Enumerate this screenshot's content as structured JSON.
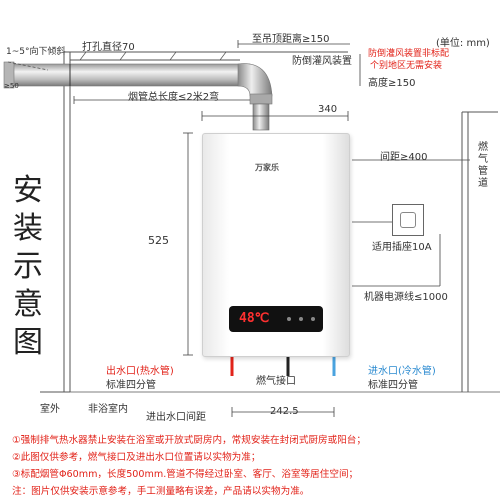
{
  "title_vertical": "安装示意图",
  "unit": "(单位: mm)",
  "labels": {
    "tilt": "1~5°向下倾斜",
    "hole_diameter": "打孔直径70",
    "to_ceiling": "至吊顶距离≥150",
    "anti_wind": "防倒灌风装置",
    "anti_wind_note_1": "防倒灌风装置非标配",
    "anti_wind_note_2": "个别地区无需安装",
    "height": "高度≥150",
    "flue_length": "烟管总长度≤2米2弯",
    "width_340": "340",
    "spacing": "间距≥400",
    "gas_pipe_right": "燃气管道",
    "height_525": "525",
    "socket": "适用插座10A",
    "power_cord": "机器电源线≤1000",
    "brand": "万家乐",
    "display_value": "48℃",
    "outlet": "出水口",
    "outlet_paren": "(热水管)",
    "outlet_spec": "标准四分管",
    "gas_inlet": "燃气接口",
    "inlet": "进水口",
    "inlet_paren": "(冷水管)",
    "inlet_spec": "标准四分管",
    "outdoor": "室外",
    "indoor": "非浴室内",
    "pipe_spacing": "进出水口间距",
    "pipe_spacing_value": "242.5",
    "left_wall_dim": "≥50"
  },
  "notes": [
    "①强制排气热水器禁止安装在浴室或开放式厨房内，常规安装在封闭式厨房或阳台；",
    "②此图仅供参考，燃气接口及进出水口位置请以实物为准；",
    "③标配烟管Φ60mm，长度500mm.管道不得经过卧室、客厅、浴室等居住空间；",
    "注：图片仅供安装示意参考，手工测量略有误差，产品请以实物为准。"
  ],
  "colors": {
    "red": "#e2231a",
    "blue": "#2a8ad0",
    "hot_pipe": "#e2231a",
    "cold_pipe": "#4aa3df",
    "gas_pipe": "#222222"
  }
}
